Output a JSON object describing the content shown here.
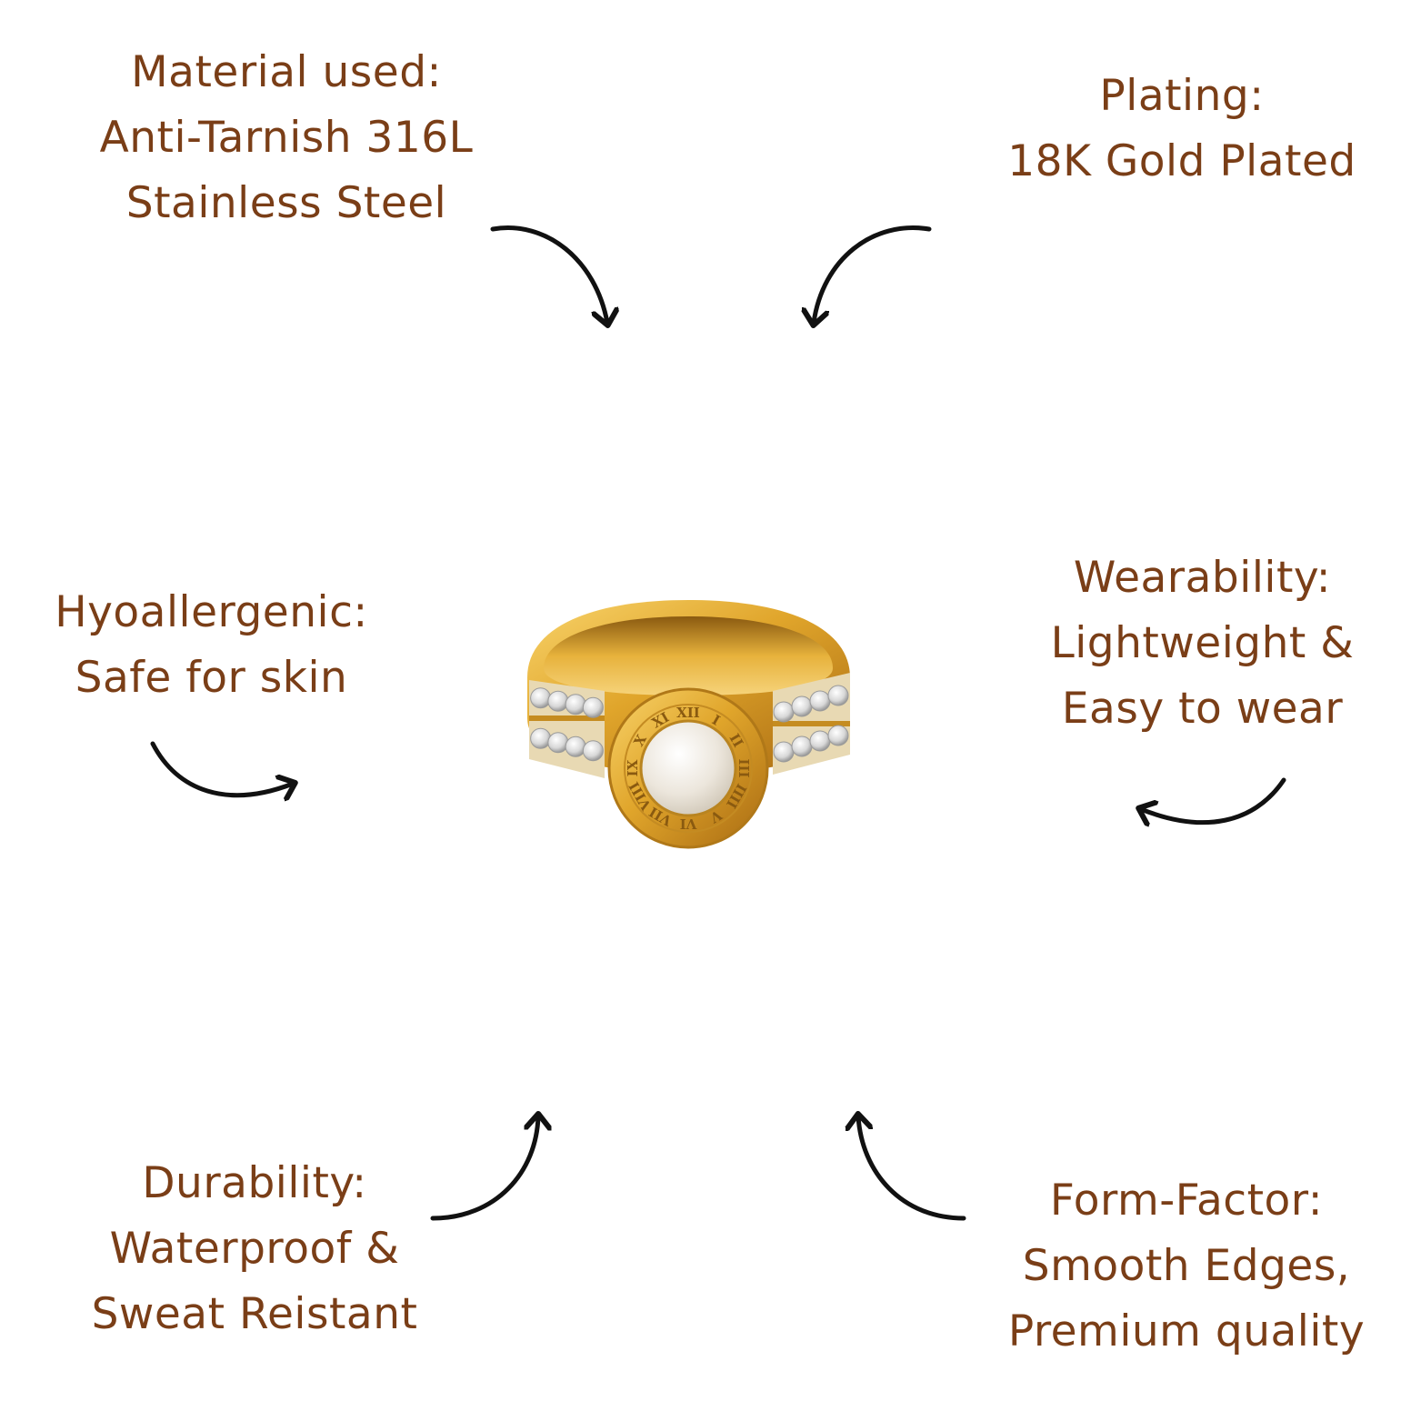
{
  "theme": {
    "text_color": "#7a3e17",
    "arrow_color": "#111111",
    "background": "#ffffff"
  },
  "features": {
    "material": {
      "lines": [
        "Material used:",
        "Anti-Tarnish 316L",
        "Stainless Steel"
      ]
    },
    "plating": {
      "lines": [
        "Plating:",
        "18K Gold Plated"
      ]
    },
    "hypo": {
      "lines": [
        "Hyoallergenic:",
        "Safe for skin"
      ]
    },
    "wear": {
      "lines": [
        "Wearability:",
        "Lightweight &",
        "Easy to wear"
      ]
    },
    "durability": {
      "lines": [
        "Durability:",
        "Waterproof &",
        "Sweat Reistant"
      ]
    },
    "form": {
      "lines": [
        "Form-Factor:",
        "Smooth Edges,",
        "Premium quality"
      ]
    }
  },
  "product": {
    "numerals": [
      "XII",
      "I",
      "II",
      "III",
      "IIII",
      "V",
      "VI",
      "VII",
      "VIII",
      "IX",
      "X",
      "XI"
    ]
  }
}
